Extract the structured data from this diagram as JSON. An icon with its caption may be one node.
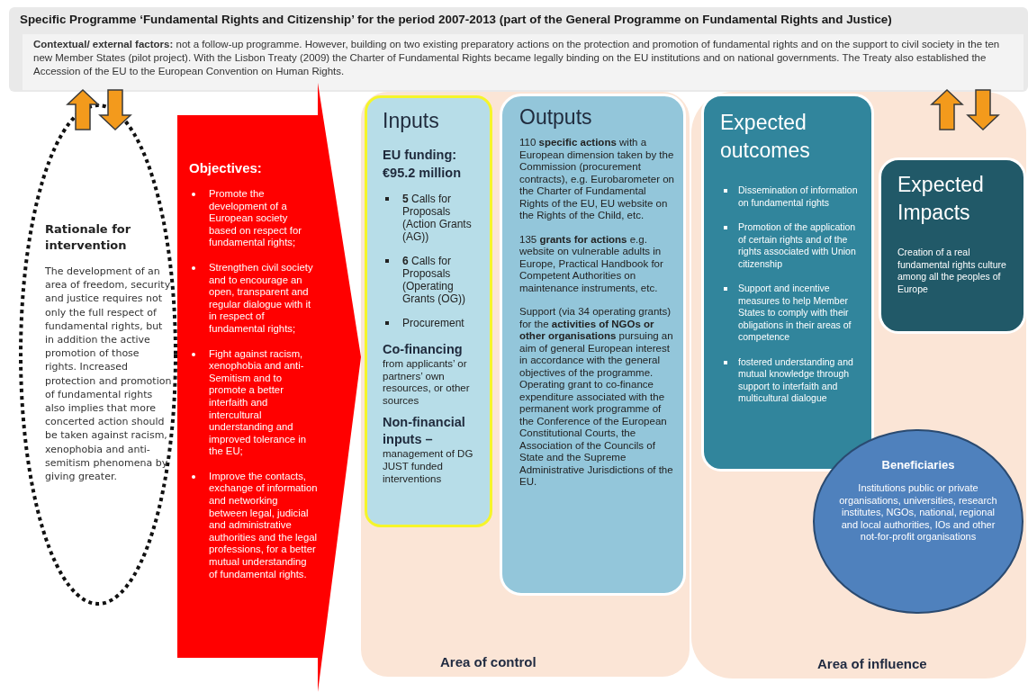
{
  "diagram": {
    "title": "Specific Programme ‘Fundamental Rights and Citizenship’ for the period 2007-2013  (part of the General Programme on Fundamental Rights and Justice)",
    "nodes": [
      {
        "text": [
          "**Contextual/ external factors:** not a follow-up programme. However, building on two existing preparatory actions on the protection and promotion of fundamental rights and on the support to civil society in the ten new Member States (pilot project). With the Lisbon Treaty (2009) the Charter of Fundamental Rights became legally binding on the EU institutions and on national governments. The Treaty also established the Accession of the EU to the European Convention on Human Rights."
        ]
      },
      {
        "text": [
          "Rationale for intervention",
          "The development of an area of freedom, security and justice requires not only the full respect of fundamental rights, but in addition the active promotion of those rights. Increased protection and promotion of fundamental rights also implies that more concerted action should be taken against racism, xenophobia and anti-semitism phenomena by giving greater."
        ]
      },
      {
        "text": [
          "Objectives:",
          "Promote the development of a European society based on respect for fundamental rights;",
          "Strengthen civil society and to encourage an open, transparent and regular dialogue with it in respect of fundamental rights;",
          "Fight against racism, xenophobia and anti-Semitism and to promote a better interfaith and intercultural understanding and improved tolerance in the EU;",
          "Improve the contacts, exchange of information and networking between legal, judicial and administrative authorities and the legal professions, for a better mutual understanding of fundamental rights."
        ]
      },
      {
        "text": [
          "Area of control"
        ]
      },
      {
        "text": [
          "Inputs",
          "EU funding: €95.2 million",
          "**5** Calls for Proposals (Action Grants (AG))",
          "**6** Calls for Proposals (Operating Grants (OG))",
          "Procurement",
          "Co-financing",
          "from applicants’ or partners’ own resources, or other sources",
          "Non-financial inputs –",
          "management of DG JUST funded interventions"
        ],
        "in": 3
      },
      {
        "text": [
          "Outputs",
          "110 **specific actions** with a European dimension taken by the Commission (procurement contracts), e.g. Eurobarometer on the Charter of Fundamental Rights of the EU, EU website on the Rights of the Child, etc.",
          "135 **grants for actions** e.g. website on vulnerable adults in Europe, Practical Handbook for Competent Authorities on maintenance instruments, etc.",
          "Support (via 34 operating grants) for the **activities of NGOs or other organisations** pursuing an aim of general European interest in accordance with the general objectives of the programme. Operating grant to co-finance expenditure associated with the permanent work programme of the Conference of the European Constitutional Courts, the Association of the Councils of State and the Supreme Administrative Jurisdictions of the EU."
        ],
        "in": 3
      },
      {
        "text": [
          "Area of influence"
        ]
      },
      {
        "text": [
          "Expected outcomes",
          "Dissemination of information on fundamental rights",
          "Promotion of the application of certain rights and of the rights associated with Union citizenship",
          "Support and incentive measures to help Member States to comply with their obligations in their areas of competence",
          "fostered understanding and mutual knowledge through support to interfaith and multicultural dialogue"
        ],
        "in": 6
      },
      {
        "text": [
          "Expected Impacts",
          "Creation of a real fundamental rights culture among all the peoples of Europe"
        ],
        "in": 6
      },
      {
        "text": [
          "Beneficiaries",
          "Institutions public or private organisations, universities, research institutes, NGOs, national, regional and local authorities, IOs and other not-for-profit organisations"
        ],
        "in": 6
      }
    ],
    "edges": [
      {
        "from": 1,
        "to": 0,
        "arrow": "to"
      },
      {
        "from": 0,
        "to": 1,
        "arrow": "to"
      },
      {
        "from": 6,
        "to": 0,
        "arrow": "to"
      },
      {
        "from": 0,
        "to": 6,
        "arrow": "to"
      }
    ]
  }
}
